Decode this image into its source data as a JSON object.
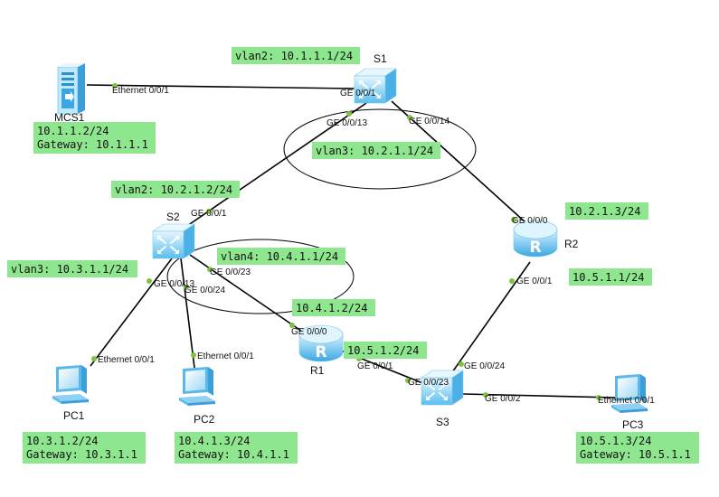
{
  "colors": {
    "note_fill": "#8ee68e",
    "link": "#000000",
    "port_dot": "#7dc241",
    "device_blue": "#4fb4ea",
    "device_light": "#cdeeff"
  },
  "devices": {
    "s1": {
      "name": "S1",
      "icon": "switch-icon"
    },
    "s2": {
      "name": "S2",
      "icon": "switch-icon"
    },
    "s3": {
      "name": "S3",
      "icon": "switch-icon"
    },
    "r1": {
      "name": "R1",
      "icon": "router-icon"
    },
    "r2": {
      "name": "R2",
      "icon": "router-icon"
    },
    "mcs1": {
      "name": "MCS1",
      "icon": "server-icon"
    },
    "pc1": {
      "name": "PC1",
      "icon": "pc-icon"
    },
    "pc2": {
      "name": "PC2",
      "icon": "pc-icon"
    },
    "pc3": {
      "name": "PC3",
      "icon": "pc-icon"
    }
  },
  "ports": {
    "mcs1_eth": "Ethernet 0/0/1",
    "s1_g1": "GE 0/0/1",
    "s1_g13": "GE 0/0/13",
    "s1_g14": "GE 0/0/14",
    "s2_g1": "GE 0/0/1",
    "s2_g13": "GE 0/0/13",
    "s2_g23": "GE 0/0/23",
    "s2_g24": "GE 0/0/24",
    "r1_g0": "GE 0/0/0",
    "r1_g1": "GE 0/0/1",
    "r2_g0": "GE 0/0/0",
    "r2_g1": "GE 0/0/1",
    "s3_g23": "GE 0/0/23",
    "s3_g24": "GE 0/0/24",
    "s3_g2": "GE 0/0/2",
    "pc1_eth": "Ethernet 0/0/1",
    "pc2_eth": "Ethernet 0/0/1",
    "pc3_eth": "Ethernet 0/0/1"
  },
  "notes": {
    "s1_vlan2": "vlan2: 10.1.1.1/24",
    "s1_vlan3": "vlan3: 10.2.1.1/24",
    "s2_vlan2": "vlan2: 10.2.1.2/24",
    "s2_vlan3": "vlan3: 10.3.1.1/24",
    "s2_vlan4": "vlan4: 10.4.1.1/24",
    "r1_ip_a": "10.4.1.2/24",
    "r1_ip_b": "10.5.1.2/24",
    "r2_ip_a": "10.2.1.3/24",
    "r2_ip_b": "10.5.1.1/24",
    "mcs1_ip": "10.1.1.2/24",
    "mcs1_gw": "Gateway: 10.1.1.1",
    "pc1_ip": "10.3.1.2/24",
    "pc1_gw": "Gateway: 10.3.1.1",
    "pc2_ip": "10.4.1.3/24",
    "pc2_gw": "Gateway: 10.4.1.1",
    "pc3_ip": "10.5.1.3/24",
    "pc3_gw": "Gateway: 10.5.1.1"
  }
}
